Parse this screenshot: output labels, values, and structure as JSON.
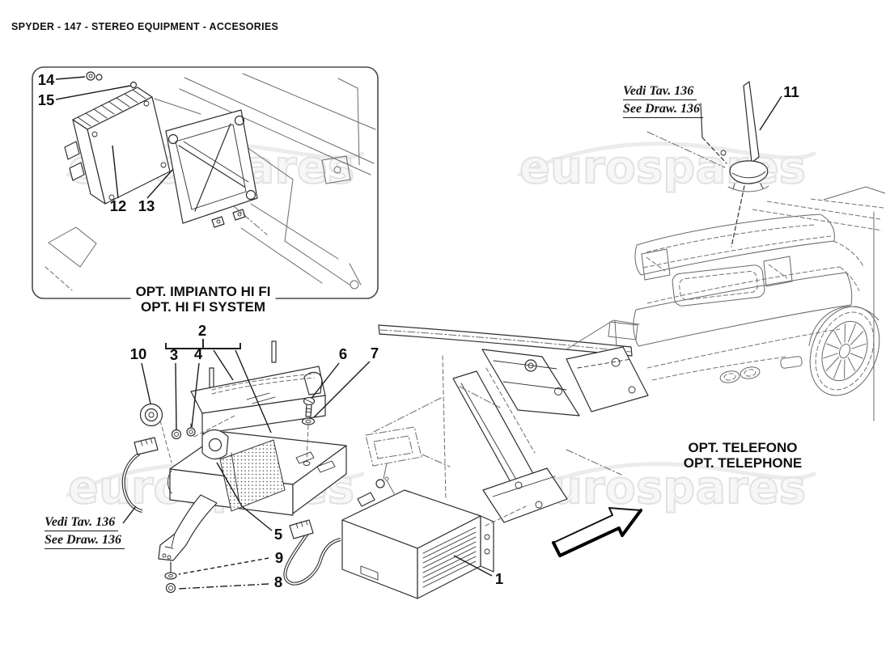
{
  "header": {
    "title": "SPYDER - 147 - STEREO EQUIPMENT - ACCESORIES"
  },
  "watermark": {
    "text": "eurospares"
  },
  "hifi_box": {
    "caption_line1": "OPT. IMPIANTO HI FI",
    "caption_line2": "OPT. HI FI SYSTEM"
  },
  "telephone": {
    "caption_line1": "OPT. TELEFONO",
    "caption_line2": "OPT. TELEPHONE",
    "note_line1": "Vedi Tav. 136",
    "note_line2": "See Draw. 136"
  },
  "radio_note": {
    "line1": "Vedi Tav. 136",
    "line2": "See Draw. 136"
  },
  "callouts": {
    "c1": "1",
    "c2": "2",
    "c3": "3",
    "c4": "4",
    "c5": "5",
    "c6": "6",
    "c7": "7",
    "c8": "8",
    "c9": "9",
    "c10": "10",
    "c11": "11",
    "c12": "12",
    "c13": "13",
    "c14": "14",
    "c15": "15"
  }
}
